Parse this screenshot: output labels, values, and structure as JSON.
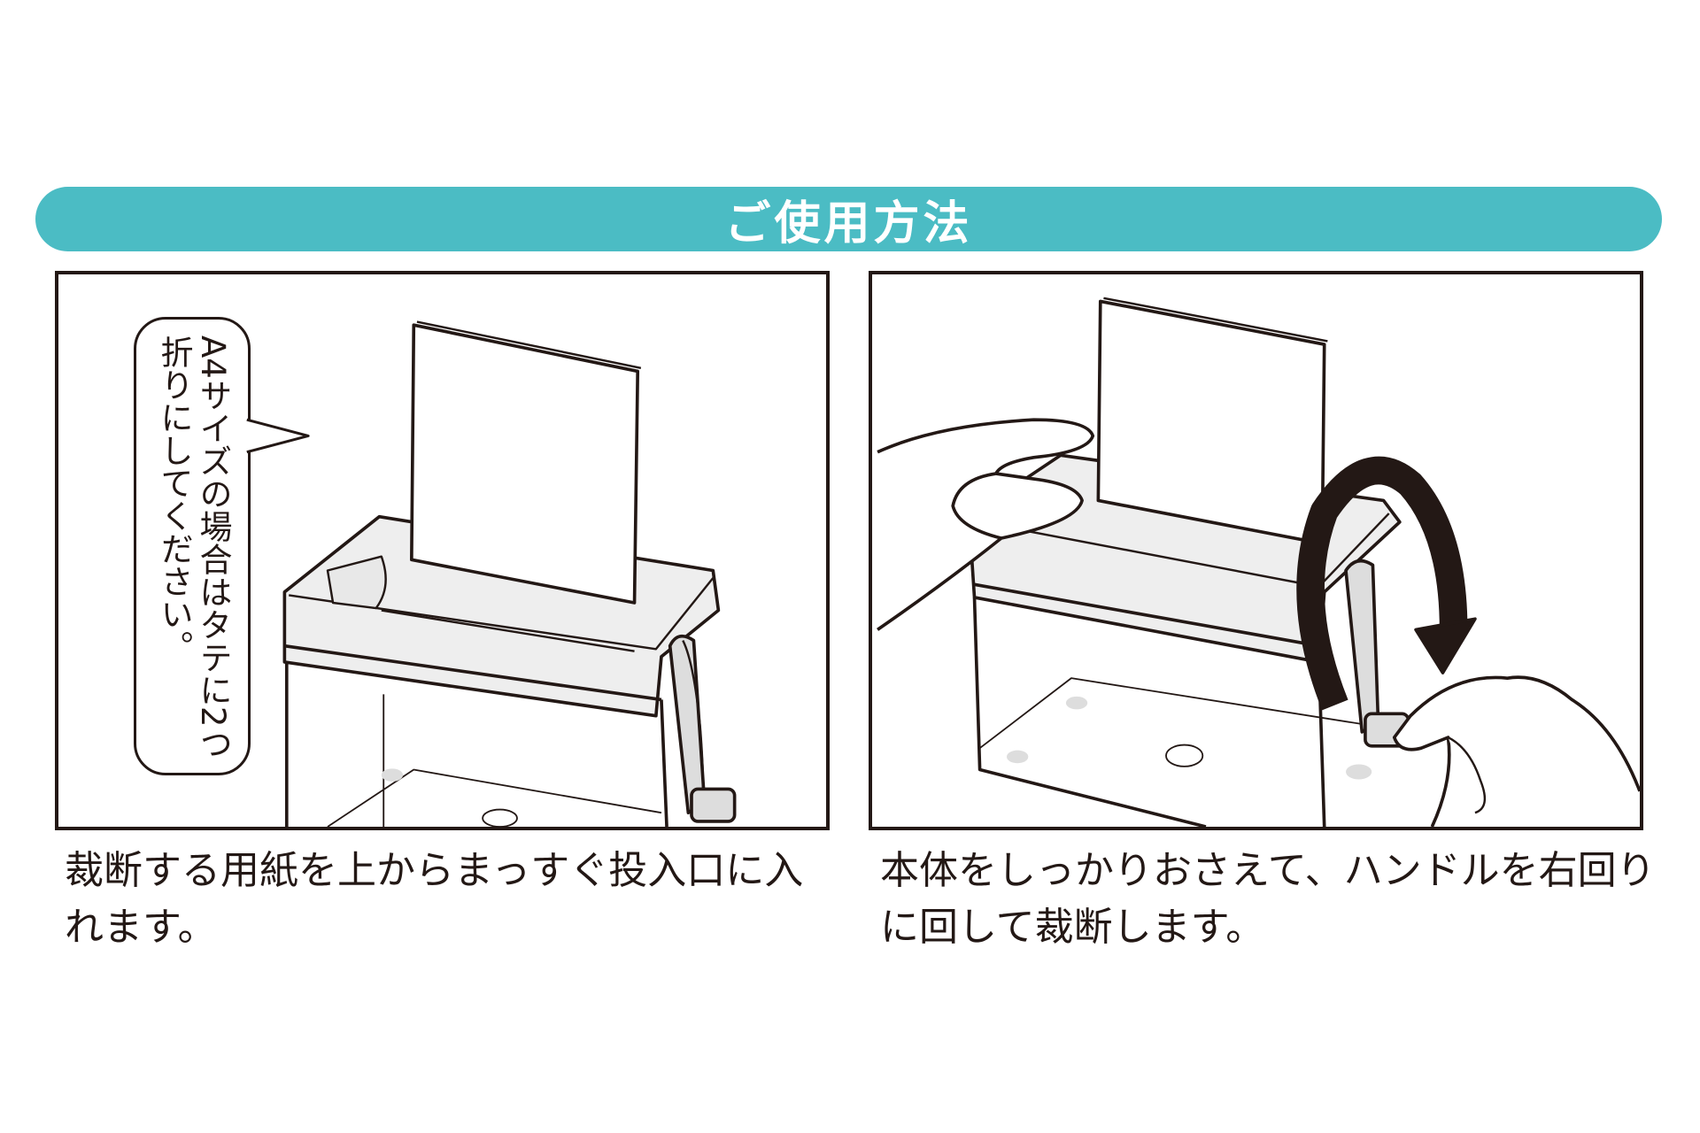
{
  "header": {
    "title": "ご使用方法",
    "color": "#4BBCC4"
  },
  "steps": [
    {
      "bubble": "A4サイズの場合はタテに2つ折りにしてください。",
      "caption": "裁断する用紙を上からまっすぐ投入口に入れます。"
    },
    {
      "caption": "本体をしっかりおさえて、ハンドルを右回りに回して裁断します。"
    }
  ]
}
